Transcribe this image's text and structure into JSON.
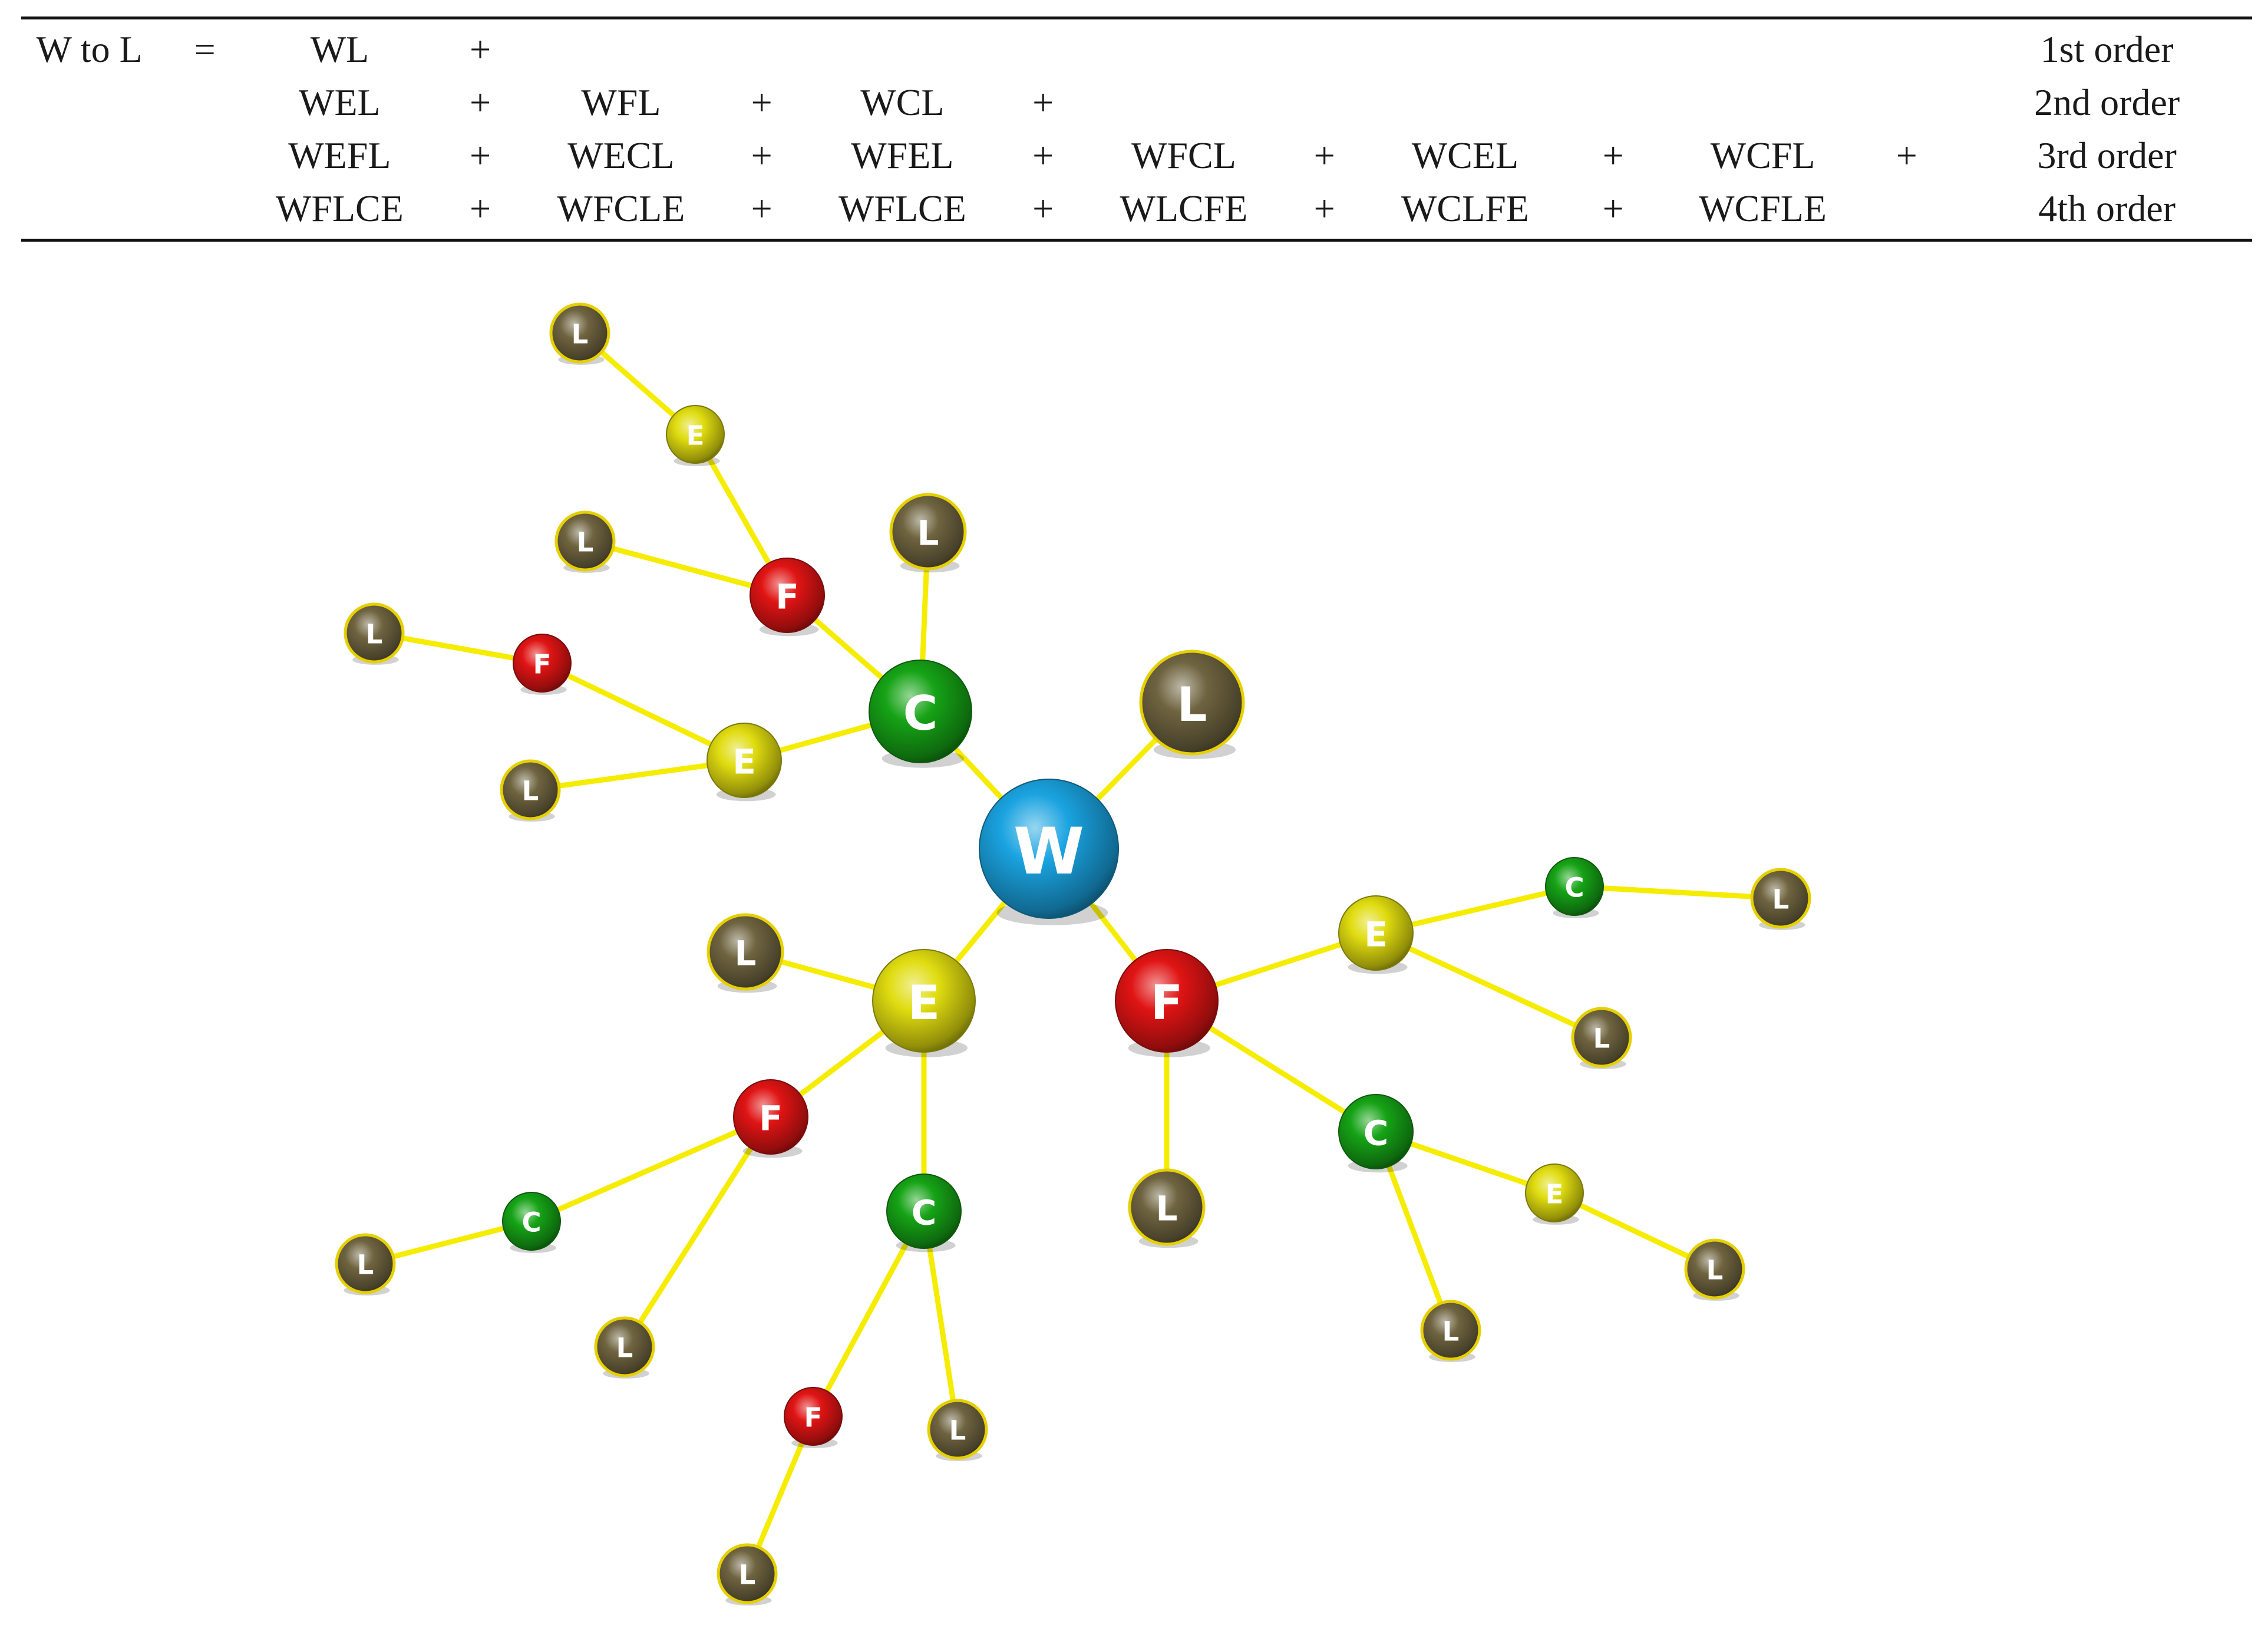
{
  "table": {
    "rows": [
      {
        "cells": [
          "W to L",
          "=",
          "WL",
          "+",
          "",
          "",
          "",
          "",
          "",
          "",
          "",
          "",
          "",
          "",
          "1st order"
        ]
      },
      {
        "cells": [
          "",
          "",
          "WEL",
          "+",
          "WFL",
          "+",
          "WCL",
          "+",
          "",
          "",
          "",
          "",
          "",
          "",
          "2nd order"
        ]
      },
      {
        "cells": [
          "",
          "",
          "WEFL",
          "+",
          "WECL",
          "+",
          "WFEL",
          "+",
          "WFCL",
          "+",
          "WCEL",
          "+",
          "WCFL",
          "+",
          "3rd order"
        ]
      },
      {
        "cells": [
          "",
          "",
          "WFLCE",
          "+",
          "WFCLE",
          "+",
          "WFLCE",
          "+",
          "WLCFE",
          "+",
          "WCLFE",
          "+",
          "WCFLE",
          "",
          "4th order"
        ]
      }
    ]
  },
  "network": {
    "colors": {
      "W": "#1aa3e0",
      "C": "#16a316",
      "F": "#e01414",
      "E": "#e0dc10",
      "L": "#6f6440",
      "edge": "#f5ec00"
    },
    "nodes": [
      {
        "id": "W",
        "label": "W",
        "type": "W"
      },
      {
        "id": "L0",
        "label": "L",
        "type": "L"
      },
      {
        "id": "C1",
        "label": "C",
        "type": "C"
      },
      {
        "id": "L1",
        "label": "L",
        "type": "L"
      },
      {
        "id": "F1",
        "label": "F",
        "type": "F"
      },
      {
        "id": "L2",
        "label": "L",
        "type": "L"
      },
      {
        "id": "E1",
        "label": "E",
        "type": "E"
      },
      {
        "id": "L3",
        "label": "L",
        "type": "L"
      },
      {
        "id": "E2",
        "label": "E",
        "type": "E"
      },
      {
        "id": "L4",
        "label": "L",
        "type": "L"
      },
      {
        "id": "F2",
        "label": "F",
        "type": "F"
      },
      {
        "id": "L5",
        "label": "L",
        "type": "L"
      },
      {
        "id": "E3",
        "label": "E",
        "type": "E"
      },
      {
        "id": "L6",
        "label": "L",
        "type": "L"
      },
      {
        "id": "F3",
        "label": "F",
        "type": "F"
      },
      {
        "id": "C2",
        "label": "C",
        "type": "C"
      },
      {
        "id": "L7",
        "label": "L",
        "type": "L"
      },
      {
        "id": "L8",
        "label": "L",
        "type": "L"
      },
      {
        "id": "C3",
        "label": "C",
        "type": "C"
      },
      {
        "id": "L9",
        "label": "L",
        "type": "L"
      },
      {
        "id": "F4",
        "label": "F",
        "type": "F"
      },
      {
        "id": "L10",
        "label": "L",
        "type": "L"
      },
      {
        "id": "F5",
        "label": "F",
        "type": "F"
      },
      {
        "id": "L11",
        "label": "L",
        "type": "L"
      },
      {
        "id": "E4",
        "label": "E",
        "type": "E"
      },
      {
        "id": "C4",
        "label": "C",
        "type": "C"
      },
      {
        "id": "L12",
        "label": "L",
        "type": "L"
      },
      {
        "id": "L13",
        "label": "L",
        "type": "L"
      },
      {
        "id": "C5",
        "label": "C",
        "type": "C"
      },
      {
        "id": "E5",
        "label": "E",
        "type": "E"
      },
      {
        "id": "L14",
        "label": "L",
        "type": "L"
      },
      {
        "id": "L15",
        "label": "L",
        "type": "L"
      }
    ],
    "edges": [
      [
        "W",
        "L0"
      ],
      [
        "W",
        "C1"
      ],
      [
        "W",
        "E3"
      ],
      [
        "W",
        "F5"
      ],
      [
        "C1",
        "L1"
      ],
      [
        "C1",
        "F1"
      ],
      [
        "C1",
        "E2"
      ],
      [
        "F1",
        "L2"
      ],
      [
        "F1",
        "E1"
      ],
      [
        "E1",
        "L3"
      ],
      [
        "E2",
        "L5"
      ],
      [
        "E2",
        "F2"
      ],
      [
        "F2",
        "L4"
      ],
      [
        "E3",
        "L6"
      ],
      [
        "E3",
        "F3"
      ],
      [
        "E3",
        "C3"
      ],
      [
        "F3",
        "C2"
      ],
      [
        "F3",
        "L8"
      ],
      [
        "C2",
        "L7"
      ],
      [
        "C3",
        "L9"
      ],
      [
        "C3",
        "F4"
      ],
      [
        "F4",
        "L10"
      ],
      [
        "F5",
        "L11"
      ],
      [
        "F5",
        "E4"
      ],
      [
        "F5",
        "C5"
      ],
      [
        "E4",
        "C4"
      ],
      [
        "E4",
        "L13"
      ],
      [
        "C4",
        "L12"
      ],
      [
        "C5",
        "E5"
      ],
      [
        "C5",
        "L15"
      ],
      [
        "E5",
        "L14"
      ]
    ]
  }
}
